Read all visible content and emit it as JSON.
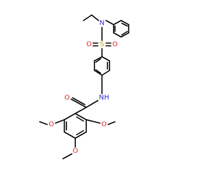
{
  "colors": {
    "bond": "#000000",
    "nitrogen": "#2f2fd8",
    "oxygen": "#e0241c",
    "sulfur": "#b8a400"
  },
  "atom_labels": {
    "sulfonamide_n": "N",
    "amide_nh": "NH",
    "sulfonyl_s": "S",
    "sulfonyl_o_left": "O",
    "sulfonyl_o_right": "O",
    "carbonyl_o": "O",
    "methoxy_o_left": "O",
    "methoxy_o_right": "O",
    "methoxy_o_bottom": "O"
  }
}
